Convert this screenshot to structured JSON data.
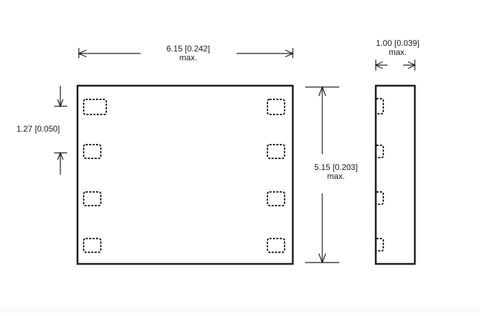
{
  "diagram": {
    "type": "package outline drawing",
    "views": {
      "top_view": {
        "pads": {
          "left_column": 4,
          "right_column": 4,
          "style": "dashed"
        }
      },
      "side_view": {
        "pads": {
          "count": 4,
          "style": "dashed"
        }
      }
    },
    "dimensions": {
      "width": {
        "value": "6.15 [0.242]",
        "note": "max."
      },
      "height": {
        "value": "5.15 [0.203]",
        "note": "max."
      },
      "thickness": {
        "value": "1.00 [0.039]",
        "note": "max."
      },
      "pitch": {
        "value": "1.27 [0.050]"
      }
    },
    "colors": {
      "line": "#111111",
      "background": "#ffffff"
    }
  }
}
